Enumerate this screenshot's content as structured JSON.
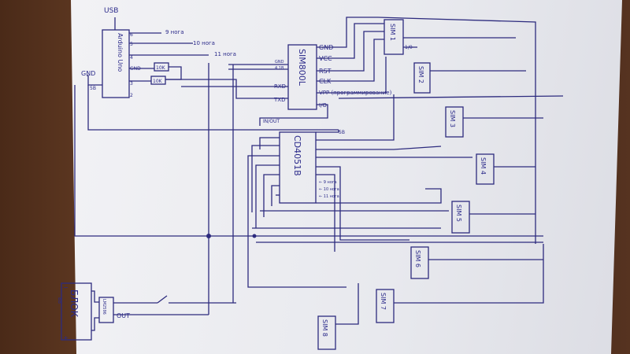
{
  "labels": {
    "usb": "USB",
    "gnd_left": "GND",
    "five_v_left": "5B",
    "arduino": "Arduino Uno",
    "pin6": "6",
    "pin5": "5",
    "pin4": "4",
    "pin_gnd": "GND",
    "pin3": "3",
    "pin2": "2",
    "leg9": "9 нога",
    "leg10": "10 нога",
    "leg11": "11 нога",
    "r1": "10K",
    "r2": "10K",
    "sim800l": "SIM800L",
    "sim_gnd_small": "GND",
    "sim_5v_small": "4.1B",
    "rxd": "RXD",
    "txd": "TXD",
    "gnd": "GND",
    "vcc": "VCC",
    "rst": "RST",
    "clk": "CLK",
    "vpp": "VPP (программирование)",
    "io": "I/O",
    "io_top": "1/0",
    "mux": "CD4051B",
    "in_out": "IN/OUT",
    "mux_5v": "5B",
    "mux_pin_a": "← 9 нога",
    "mux_pin_b": "← 10 нога",
    "mux_pin_c": "← 11 нога",
    "sim1": "SIM 1",
    "sim2": "SIM 2",
    "sim3": "SIM 3",
    "sim4": "SIM 4",
    "sim5": "SIM 5",
    "sim6": "SIM 6",
    "sim7": "SIM 7",
    "sim8": "SIM 8",
    "psu": "БЛОК",
    "psu_sub": "8В",
    "dcdc": "LM2596",
    "out": "OUT",
    "plus": "+",
    "minus": "−"
  }
}
